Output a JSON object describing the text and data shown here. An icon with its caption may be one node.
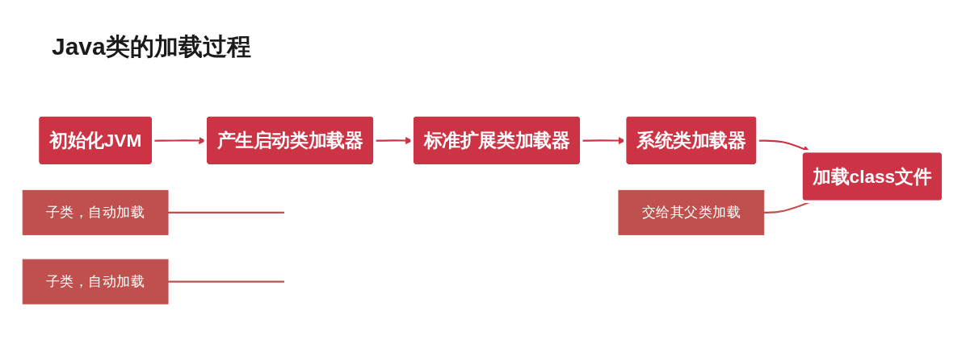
{
  "diagram": {
    "title": "Java类的加载过程",
    "nodes": [
      {
        "text": [
          "初始化JVM"
        ]
      },
      {
        "text": [
          "产生启动类加载器"
        ]
      },
      {
        "text": [
          "标准扩展类加载器"
        ]
      },
      {
        "text": [
          "系统类加载器"
        ]
      },
      {
        "text": [
          "加载class文件"
        ]
      },
      {
        "text": [
          "子类，自动加载"
        ]
      },
      {
        "text": [
          "子类，自动加载"
        ]
      },
      {
        "text": [
          "交给其父类加载"
        ]
      }
    ],
    "edges": [
      {
        "from": 0,
        "to": 1,
        "arrow": "to"
      },
      {
        "from": 1,
        "to": 2,
        "arrow": "to"
      },
      {
        "from": 2,
        "to": 3,
        "arrow": "to"
      },
      {
        "from": 3,
        "to": 4,
        "arrow": "to"
      },
      {
        "from": 5,
        "to": null,
        "arrow": "none",
        "color": "#c0504d"
      },
      {
        "from": 6,
        "to": null,
        "arrow": "none",
        "color": "#c0504d"
      },
      {
        "from": 7,
        "to": 4,
        "arrow": "none",
        "color": "#c0504d"
      }
    ]
  }
}
